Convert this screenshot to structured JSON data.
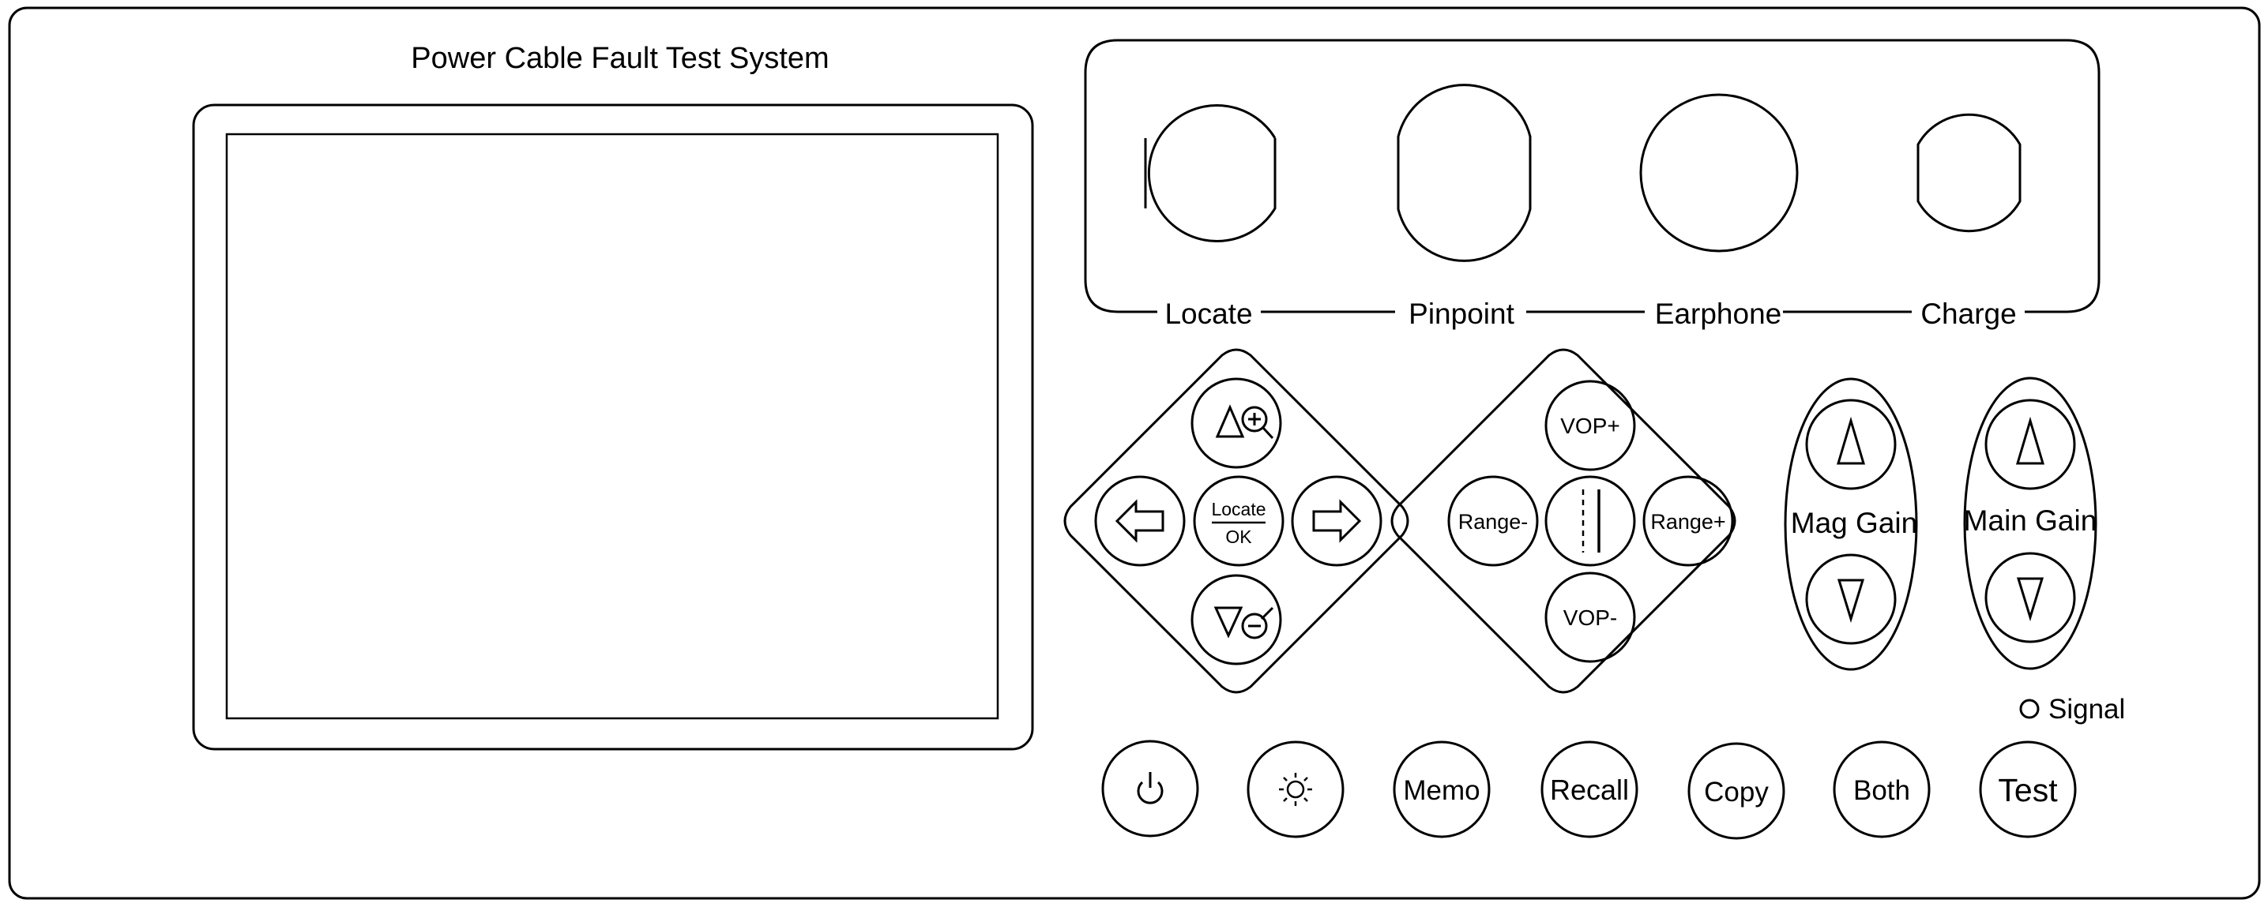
{
  "title": "Power Cable Fault Test System",
  "connectors": {
    "locate": "Locate",
    "pinpoint": "Pinpoint",
    "earphone": "Earphone",
    "charge": "Charge"
  },
  "nav_pad": {
    "center_top": "Locate",
    "center_bottom": "OK"
  },
  "range_pad": {
    "vop_plus": "VOP+",
    "vop_minus": "VOP-",
    "range_minus": "Range-",
    "range_plus": "Range+"
  },
  "mag_gain": {
    "label": "Mag Gain"
  },
  "main_gain": {
    "label": "Main Gain"
  },
  "signal": {
    "label": "Signal"
  },
  "bottom_buttons": {
    "memo": "Memo",
    "recall": "Recall",
    "copy": "Copy",
    "both": "Both",
    "test": "Test"
  },
  "icons": {
    "power": "power-icon",
    "brightness": "brightness-icon",
    "up_zoom": "up-arrow-zoom-in-icon",
    "down_zoom": "down-arrow-zoom-out-icon",
    "left": "left-arrow-icon",
    "right": "right-arrow-icon",
    "cursor": "cursor-line-icon"
  }
}
